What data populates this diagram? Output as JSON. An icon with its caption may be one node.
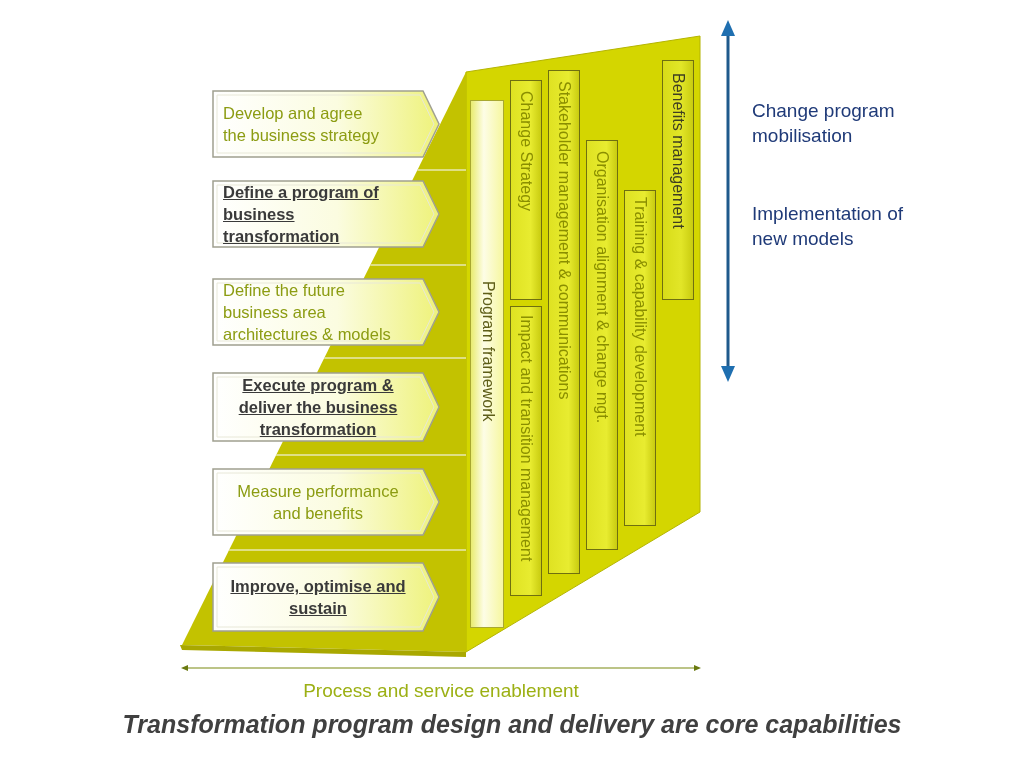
{
  "diagram": {
    "caption": "Transformation program design and delivery are core capabilities",
    "nodes": [
      {
        "text": [
          "Develop and agree the business strategy"
        ]
      },
      {
        "text": [
          "Define a program of business transformation"
        ]
      },
      {
        "text": [
          "Define the future business area architectures & models"
        ]
      },
      {
        "text": [
          "Execute program & deliver the business transformation"
        ]
      },
      {
        "text": [
          "Measure performance and benefits"
        ]
      },
      {
        "text": [
          "Improve, optimise and sustain"
        ]
      },
      {
        "text": [
          "Change Strategy"
        ]
      },
      {
        "text": [
          "Program framework"
        ]
      },
      {
        "text": [
          "Stakeholder management & communications"
        ]
      },
      {
        "text": [
          "Impact and transition management"
        ]
      },
      {
        "text": [
          "Organisation alignment & change mgt."
        ]
      },
      {
        "text": [
          "Training & capability development"
        ]
      },
      {
        "text": [
          "Benefits management"
        ]
      }
    ],
    "labels": [
      "Change program mobilisation",
      "Implementation of new models",
      "Process and service enablement"
    ]
  }
}
